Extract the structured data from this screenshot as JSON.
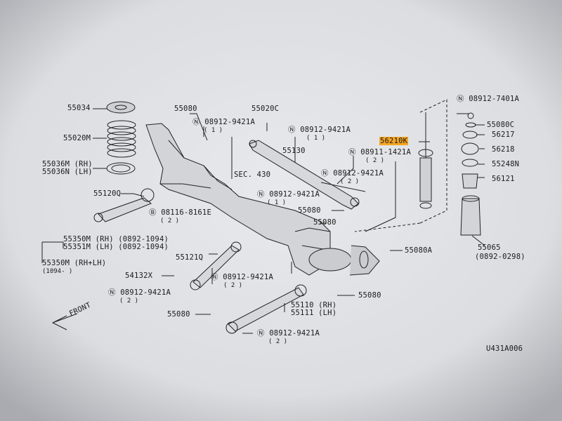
{
  "labels": {
    "p55034": "55034",
    "p55020M": "55020M",
    "p55036M": "55036M (RH)",
    "p55036N": "55036N (LH)",
    "p55120Q": "55120Q",
    "p55080_top": "55080",
    "n08912_9421A_a": "08912-9421A",
    "n08912_9421A_a_q": "( 1 )",
    "p55020C": "55020C",
    "n08912_9421A_b": "08912-9421A",
    "n08912_9421A_b_q": "( 1 )",
    "p56210K": "56210K",
    "p55130": "55130",
    "n08911_1421A": "08911-1421A",
    "n08911_1421A_q": "( 2 )",
    "n08912_9421A_c": "08912-9421A",
    "n08912_9421A_c_q": "( 2 )",
    "sec430": "SEC. 430",
    "n08912_9421A_d": "08912-9421A",
    "n08912_9421A_d_q": "( 1 )",
    "p55080_mid": "55080",
    "p55080_mid2": "55080",
    "b08116_8161E": "08116-8161E",
    "b08116_8161E_q": "( 2 )",
    "p55350M": "55350M (RH) (0892-1094)",
    "p55351M": "55351M (LH) (0892-1094)",
    "p55350M_b": "55350M (RH+LH)",
    "p55350M_b_date": "(1094-         )",
    "p55121Q": "55121Q",
    "p54132X": "54132X",
    "n08912_9421A_e": "08912-9421A",
    "n08912_9421A_e_q": "( 2 )",
    "n08912_9421A_f": "08912-9421A",
    "n08912_9421A_f_q": "( 2 )",
    "p55080A": "55080A",
    "p55080_r": "55080",
    "p55110": "55110 (RH)",
    "p55111": "55111 (LH)",
    "p55080_l": "55080",
    "n08912_9421A_g": "08912-9421A",
    "n08912_9421A_g_q": "( 2 )",
    "front": "FRONT",
    "n08912_7401A": "08912-7401A",
    "p55080C": "55080C",
    "p56217": "56217",
    "p56218": "56218",
    "p55248N": "55248N",
    "p56121": "56121",
    "p55065": "55065",
    "p55065_date": "(0892-0298)",
    "code": "U431A006"
  },
  "highlight_color": "#f5a623"
}
